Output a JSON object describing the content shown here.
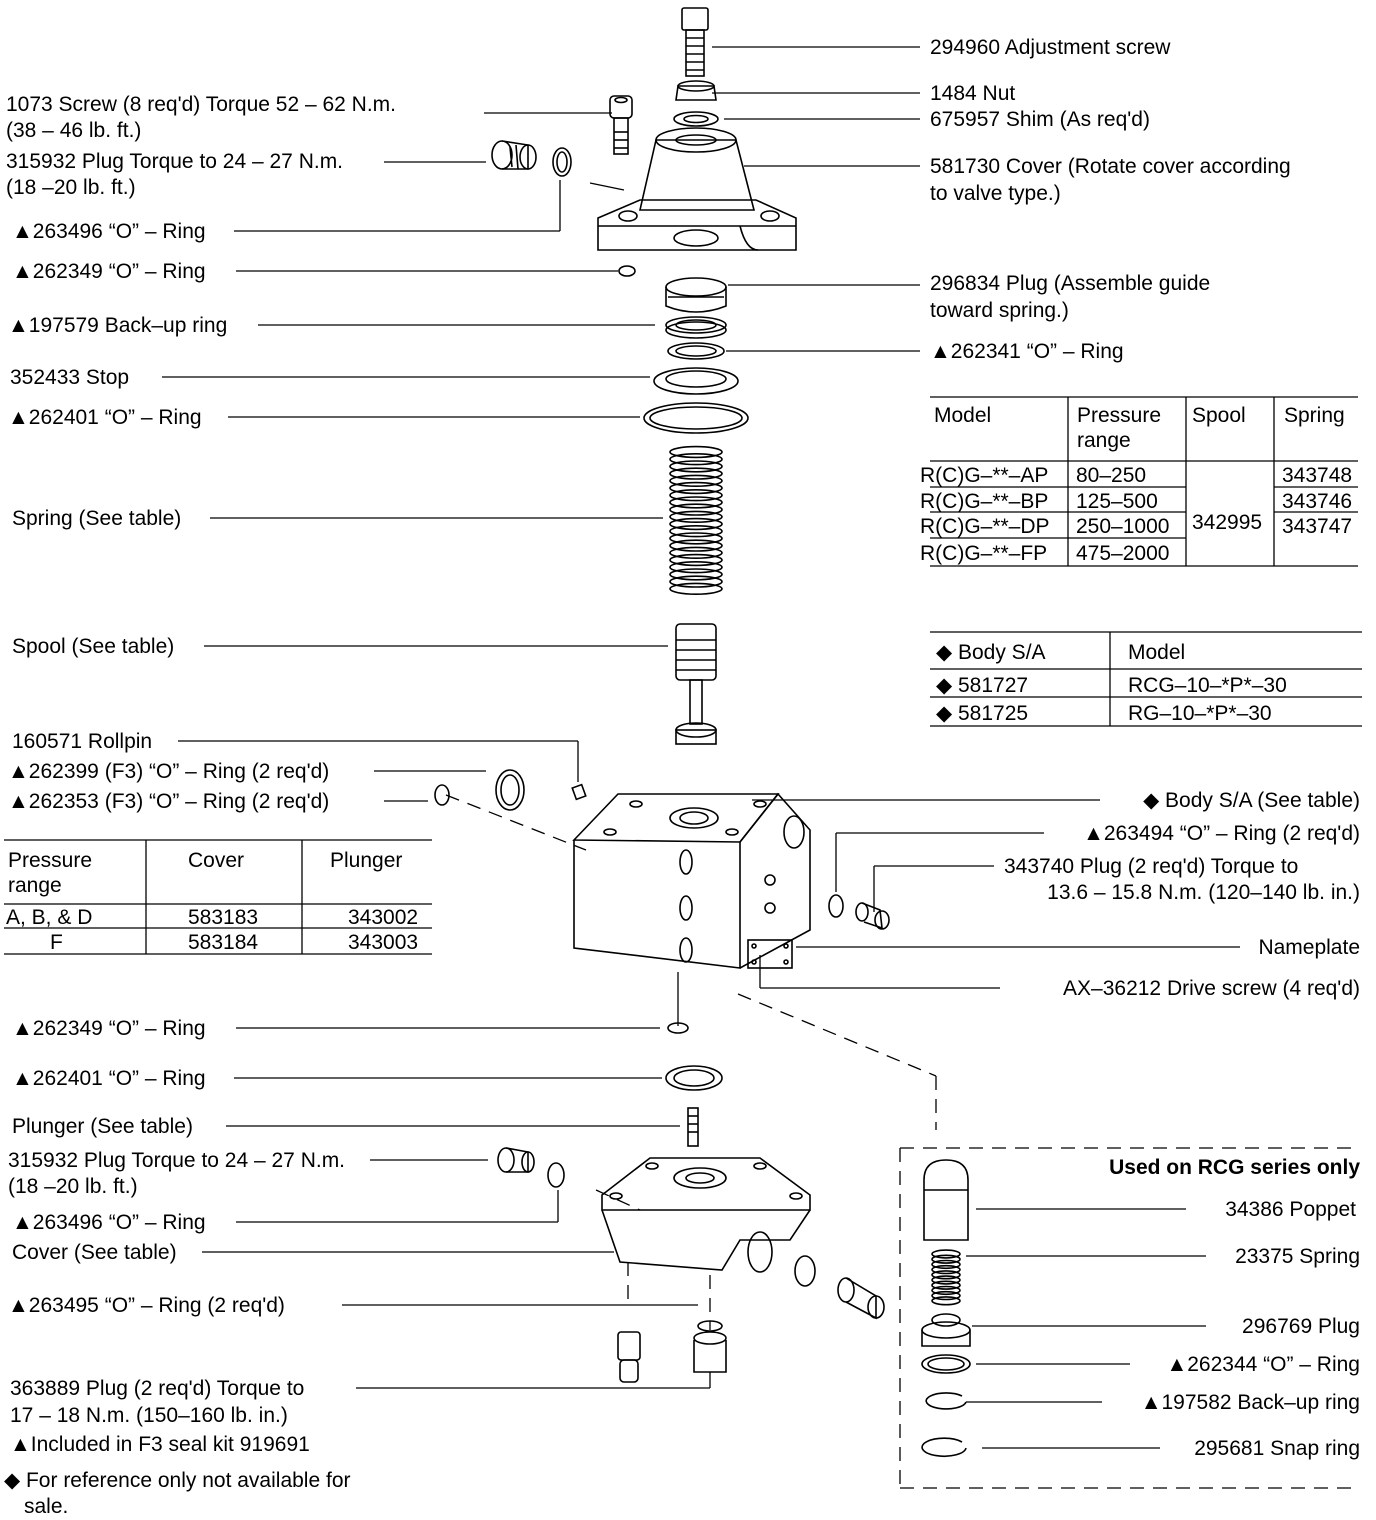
{
  "labels": {
    "adjustment_screw": "294960 Adjustment screw",
    "nut": "1484 Nut",
    "shim": "675957 Shim (As req'd)",
    "cover_top_1": "581730 Cover (Rotate cover according",
    "cover_top_2": "to valve type.)",
    "plug_296834_1": "296834 Plug (Assemble guide",
    "plug_296834_2": "toward spring.)",
    "oring_262341": "▲262341 “O” – Ring",
    "screw_1073_1": "1073 Screw (8 req'd) Torque 52 – 62 N.m.",
    "screw_1073_2": "(38 – 46 lb. ft.)",
    "plug_315932_top_1": "315932 Plug Torque to 24 – 27 N.m.",
    "plug_315932_top_2": "(18 –20 lb. ft.)",
    "oring_263496_top": "▲263496 “O” – Ring",
    "oring_262349_top": "▲262349 “O” – Ring",
    "backup_197579": "▲197579 Back–up ring",
    "stop_352433": "352433 Stop",
    "oring_262401_top": "▲262401 “O” – Ring",
    "spring": "Spring (See table)",
    "spool": "Spool (See table)",
    "rollpin": "160571 Rollpin",
    "oring_262399": "▲262399 (F3) “O” – Ring (2 req'd)",
    "oring_262353": "▲262353 (F3) “O” – Ring (2 req'd)",
    "body_sa": "◆ Body S/A (See table)",
    "oring_263494": "▲263494 “O” – Ring (2 req'd)",
    "plug_343740_1": "343740 Plug (2 req'd) Torque to",
    "plug_343740_2": "13.6 – 15.8 N.m. (120–140 lb. in.)",
    "nameplate": "Nameplate",
    "drive_screw": "AX–36212 Drive screw (4 req'd)",
    "oring_262349_bottom": "▲262349 “O” – Ring",
    "oring_262401_bottom": "▲262401 “O” – Ring",
    "plunger": "Plunger (See table)",
    "plug_315932_bottom_1": "315932 Plug Torque to 24 – 27 N.m.",
    "plug_315932_bottom_2": "(18 –20 lb. ft.)",
    "oring_263496_bottom": "▲263496 “O” – Ring",
    "cover_bottom": "Cover (See table)",
    "oring_263495": "▲263495 “O” – Ring (2 req'd)",
    "plug_363889_1": "363889 Plug (2 req'd) Torque to",
    "plug_363889_2": "17 – 18 N.m. (150–160 lb. in.)",
    "seal_kit_note": "▲Included in F3 seal kit 919691",
    "reference_note_1": "◆ For reference only not available for",
    "reference_note_2": "sale."
  },
  "rcg_box": {
    "title": "Used on RCG series only",
    "poppet": "34386 Poppet",
    "spring": "23375 Spring",
    "plug": "296769 Plug",
    "oring": "▲262344 “O” – Ring",
    "backup": "▲197582 Back–up ring",
    "snap_ring": "295681 Snap ring"
  },
  "model_table": {
    "headers": [
      "Model",
      "Pressure range",
      "Spool",
      "Spring"
    ],
    "models": [
      "R(C)G–**–AP",
      "R(C)G–**–BP",
      "R(C)G–**–DP",
      "R(C)G–**–FP"
    ],
    "ranges": [
      "80–250",
      "125–500",
      "250–1000",
      "475–2000"
    ],
    "spool": "342995",
    "springs": [
      "343748",
      "343746",
      "343747"
    ]
  },
  "body_table": {
    "headers": [
      "◆ Body S/A",
      "Model"
    ],
    "rows": [
      [
        "◆ 581727",
        "RCG–10–*P*–30"
      ],
      [
        "◆ 581725",
        "RG–10–*P*–30"
      ]
    ]
  },
  "cover_table": {
    "headers": [
      "Pressure range",
      "Cover",
      "Plunger"
    ],
    "rows": [
      [
        "A, B, & D",
        "583183",
        "343002"
      ],
      [
        "F",
        "583184",
        "343003"
      ]
    ]
  }
}
